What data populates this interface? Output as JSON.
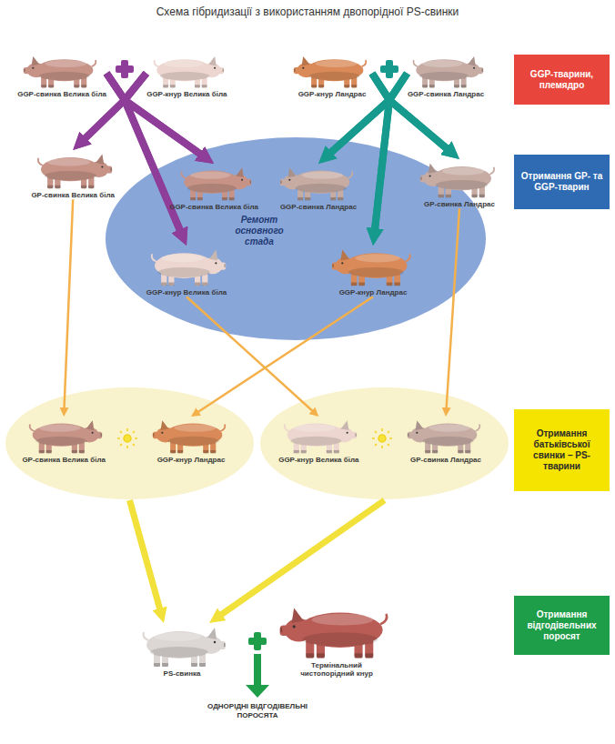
{
  "diagram": {
    "title": "Схема гібридизації з використанням двопорідної PS-свинки",
    "nodes": [
      {
        "text": [
          "GGP-свинка Велика біла"
        ]
      },
      {
        "text": [
          "GGP-кнур Велика біла"
        ]
      },
      {
        "text": [
          "GGP-кнур Ландрас"
        ]
      },
      {
        "text": [
          "GGP-свинка Ландрас"
        ]
      },
      {
        "text": [
          "GGP-тварини, племядро"
        ]
      },
      {
        "text": [
          "GP-свинка Велика біла"
        ]
      },
      {
        "text": [
          "Ремонт основного стада"
        ]
      },
      {
        "text": [
          "GGP-свинка Велика біла"
        ],
        "in": 6
      },
      {
        "text": [
          "GGP-свинка Ландрас"
        ],
        "in": 6
      },
      {
        "text": [
          "GGP-кнур Велика біла"
        ],
        "in": 6
      },
      {
        "text": [
          "GGP-кнур Ландрас"
        ],
        "in": 6
      },
      {
        "text": [
          "GP-свинка Ландрас"
        ]
      },
      {
        "text": [
          "Отримання GP- та GGP-тварин"
        ]
      },
      {
        "text": []
      },
      {
        "text": [
          "GP-свинка Велика біла"
        ],
        "in": 13
      },
      {
        "text": [
          "GGP-кнур Ландрас"
        ],
        "in": 13
      },
      {
        "text": []
      },
      {
        "text": [
          "GGP-кнур Велика біла"
        ],
        "in": 16
      },
      {
        "text": [
          "GP-свинка Ландрас"
        ],
        "in": 16
      },
      {
        "text": [
          "Отримання батьківської свинки – PS- тварини"
        ]
      },
      {
        "text": [
          "PS-свинка"
        ]
      },
      {
        "text": [
          "Термінальний чистопорідний кнур"
        ]
      },
      {
        "text": [
          "Отримання відгодівельних поросят"
        ]
      }
    ],
    "edges": [
      {
        "from": 0,
        "to": 5,
        "arrow": "to"
      },
      {
        "from": 0,
        "to": 7,
        "arrow": "to"
      },
      {
        "from": 0,
        "to": 9,
        "arrow": "to"
      },
      {
        "from": 1,
        "to": 5,
        "arrow": "to"
      },
      {
        "from": 1,
        "to": 7,
        "arrow": "to"
      },
      {
        "from": 1,
        "to": 9,
        "arrow": "to"
      },
      {
        "from": 2,
        "to": 8,
        "arrow": "to"
      },
      {
        "from": 2,
        "to": 10,
        "arrow": "to"
      },
      {
        "from": 2,
        "to": 11,
        "arrow": "to"
      },
      {
        "from": 3,
        "to": 8,
        "arrow": "to"
      },
      {
        "from": 3,
        "to": 10,
        "arrow": "to"
      },
      {
        "from": 3,
        "to": 11,
        "arrow": "to"
      },
      {
        "from": 5,
        "to": 14,
        "arrow": "to"
      },
      {
        "from": 9,
        "to": 17,
        "arrow": "to"
      },
      {
        "from": 10,
        "to": 15,
        "arrow": "to"
      },
      {
        "from": 11,
        "to": 18,
        "arrow": "to"
      },
      {
        "from": 13,
        "to": 20,
        "arrow": "to"
      },
      {
        "from": 16,
        "to": 20,
        "arrow": "to"
      }
    ],
    "labels": [
      "ОДНОРІДНІ ВІДГОДІВЕЛЬНІ ПОРОСЯТА"
    ]
  }
}
